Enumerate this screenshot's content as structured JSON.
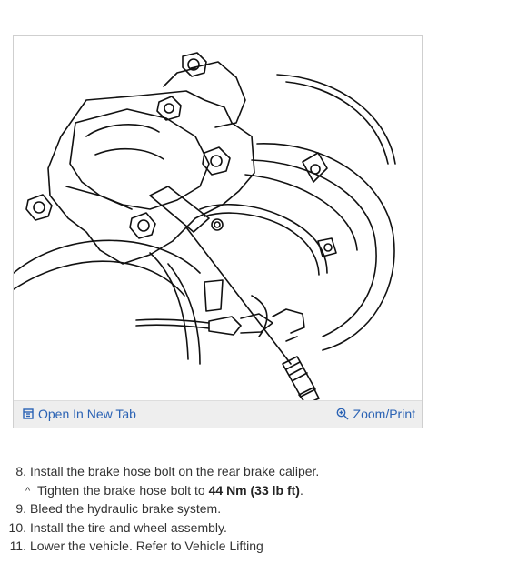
{
  "figure": {
    "open_tab_label": "Open In New Tab",
    "zoom_label": "Zoom/Print",
    "open_tab_icon": "open-new-tab-icon",
    "zoom_icon": "magnifier-plus-icon",
    "link_color": "#2a62b4"
  },
  "steps": [
    {
      "num": "8.",
      "text": "Install the brake hose bolt on the rear brake caliper."
    },
    {
      "caret": "^",
      "pre": "Tighten the brake hose bolt to ",
      "bold": "44 Nm (33 lb ft)",
      "post": "."
    },
    {
      "num": "9.",
      "text": "Bleed the hydraulic brake system."
    },
    {
      "num": "10.",
      "text": "Install the tire and wheel assembly."
    },
    {
      "num": "11.",
      "text": "Lower the vehicle. Refer to Vehicle Lifting"
    }
  ]
}
